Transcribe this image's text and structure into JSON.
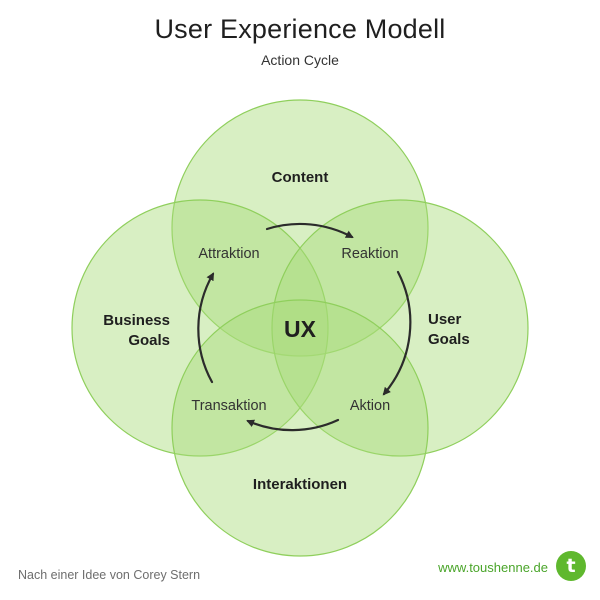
{
  "header": {
    "title": "User Experience Modell",
    "subtitle": "Action Cycle"
  },
  "circles": {
    "top": "Content",
    "left_line1": "Business",
    "left_line2": "Goals",
    "right_line1": "User",
    "right_line2": "Goals",
    "bottom": "Interaktionen"
  },
  "cycle": {
    "center": "UX",
    "top_left": "Attraktion",
    "top_right": "Reaktion",
    "bottom_right": "Aktion",
    "bottom_left": "Transaktion"
  },
  "footer": {
    "credit": "Nach einer Idee von Corey Stern",
    "website": "www.toushenne.de",
    "logo_letter": "t"
  },
  "colors": {
    "circle_fill": "#a8dc7a",
    "circle_stroke": "#8fcf5c",
    "arrow": "#2b2b2b",
    "brand": "#5fb82e"
  }
}
